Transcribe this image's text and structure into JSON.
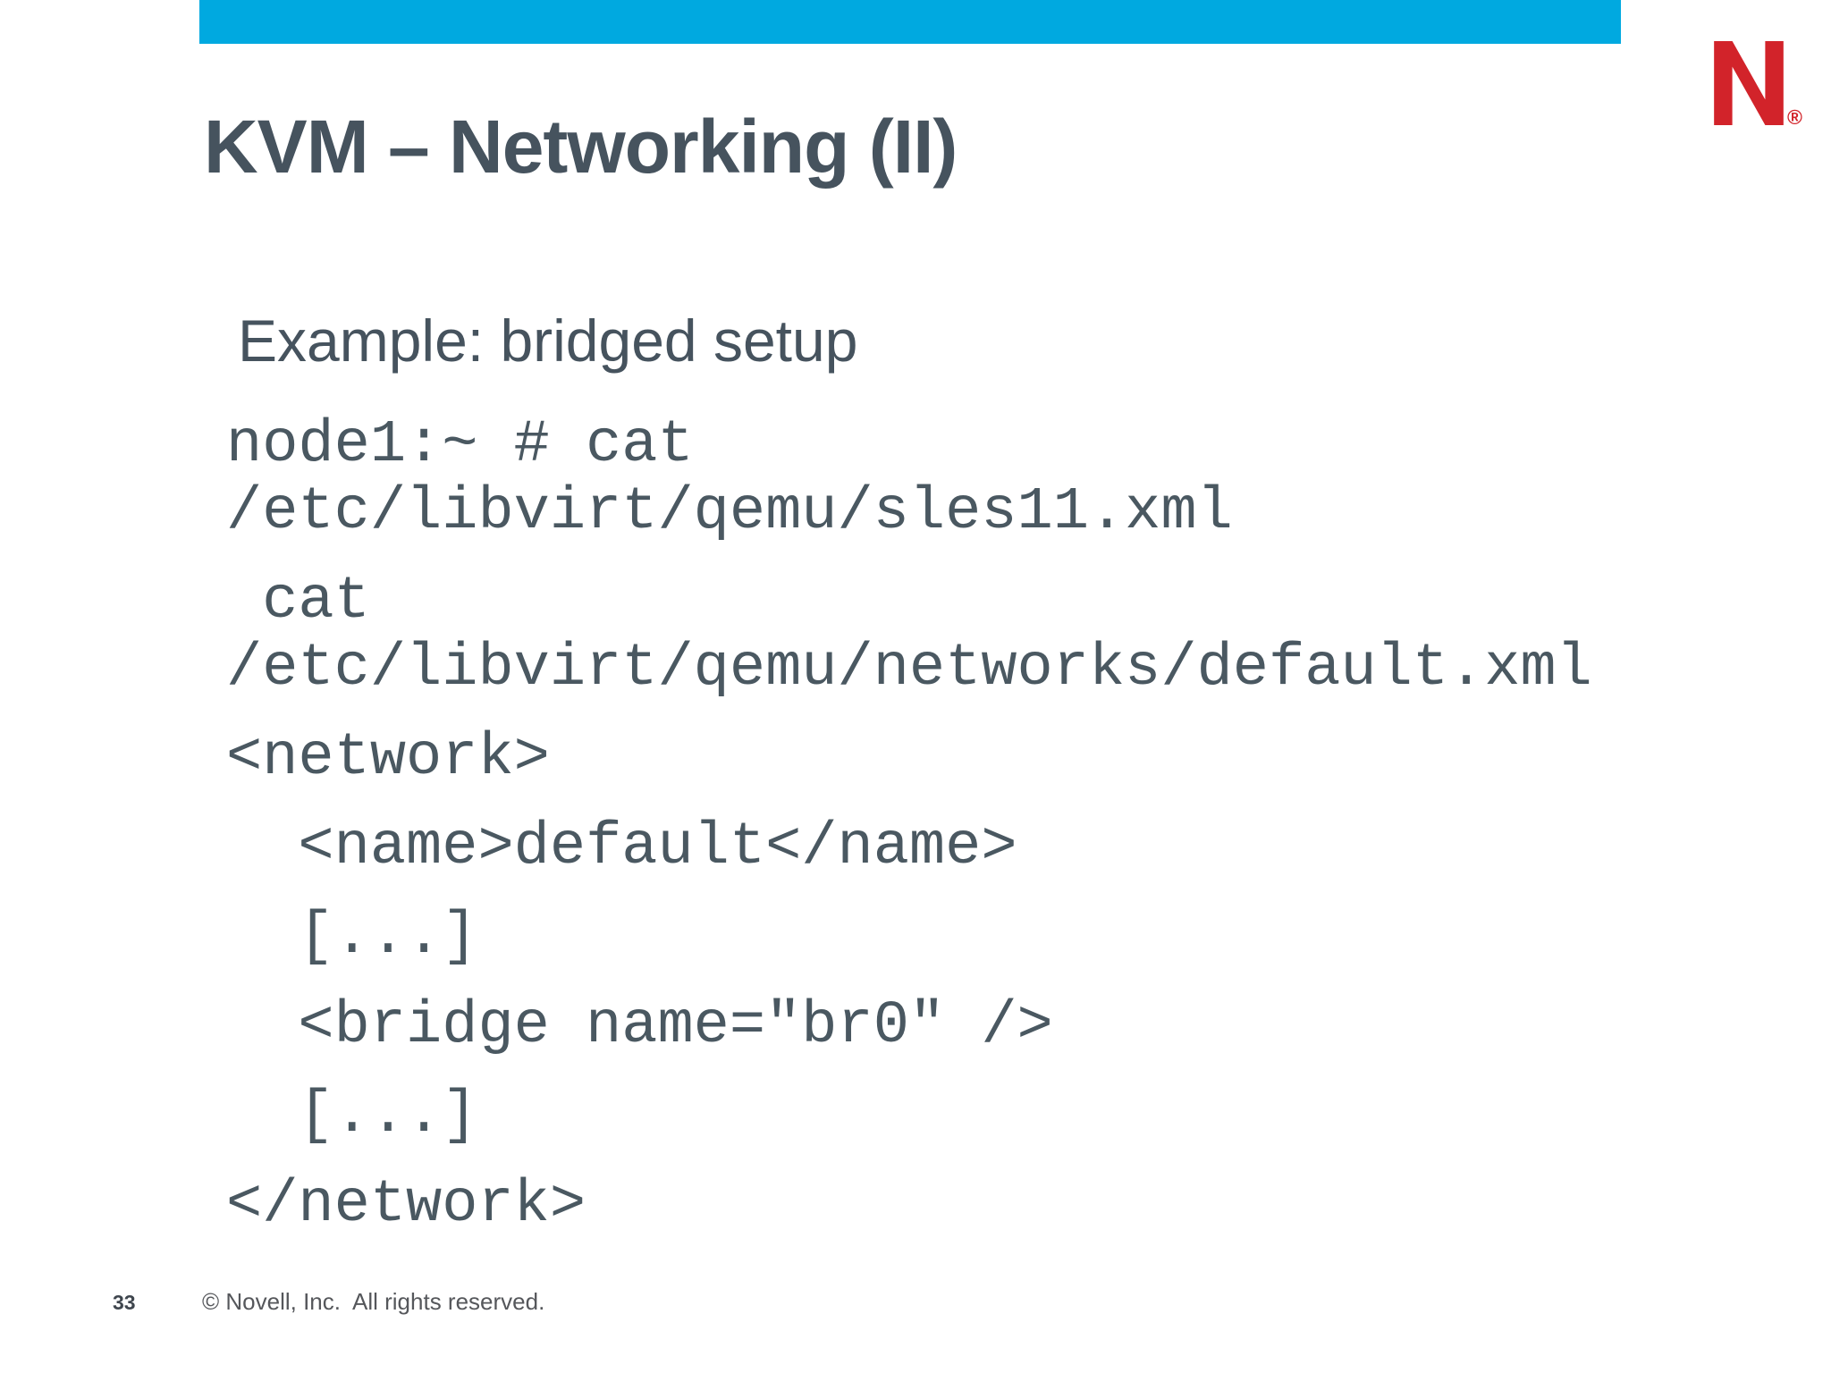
{
  "slide": {
    "title": "KVM – Networking (II)",
    "subtitle": "Example: bridged setup",
    "code_blocks": [
      {
        "lines": [
          "node1:~ # cat",
          "/etc/libvirt/qemu/sles11.xml"
        ]
      },
      {
        "lines": [
          " cat",
          "/etc/libvirt/qemu/networks/default.xml"
        ]
      },
      {
        "lines": [
          "<network>"
        ]
      },
      {
        "lines": [
          "  <name>default</name>"
        ]
      },
      {
        "lines": [
          "  [...]"
        ]
      },
      {
        "lines": [
          "  <bridge name=\"br0\" />"
        ]
      },
      {
        "lines": [
          "  [...]"
        ]
      },
      {
        "lines": [
          "</network>"
        ]
      }
    ],
    "footer": {
      "page_number": "33",
      "copyright": "© Novell, Inc.  All rights reserved."
    },
    "logo": {
      "name": "novell-n-logo",
      "registered_mark": "®"
    },
    "colors": {
      "accent_bar": "#00A9E0",
      "logo_red": "#D2232A",
      "heading_text": "#46535E",
      "code_text": "#4A5861",
      "footer_text": "#55575B"
    }
  }
}
